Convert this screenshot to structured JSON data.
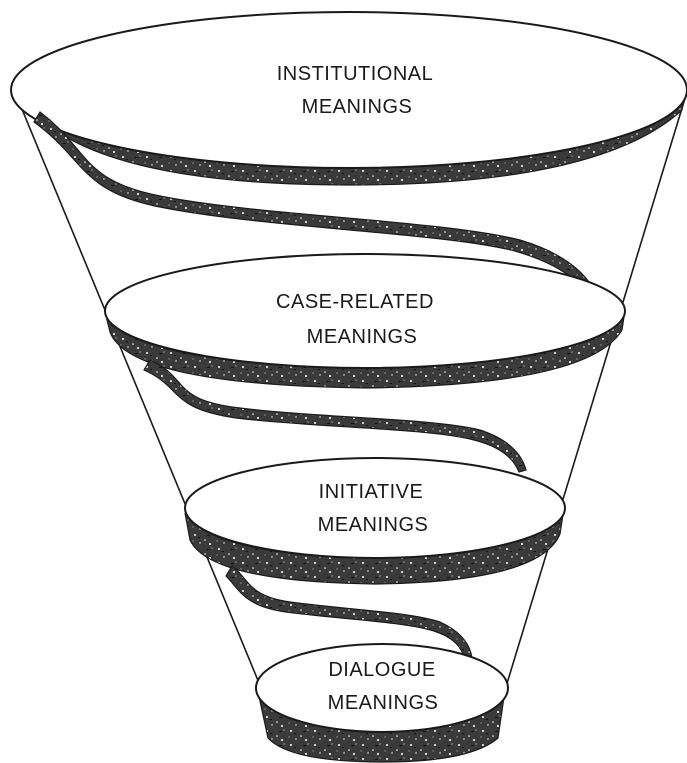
{
  "diagram": {
    "type": "nested-funnel",
    "levels": [
      {
        "line1": "INSTITUTIONAL",
        "line2": "MEANINGS"
      },
      {
        "line1": "CASE-RELATED",
        "line2": "MEANINGS"
      },
      {
        "line1": "INITIATIVE",
        "line2": "MEANINGS"
      },
      {
        "line1": "DIALOGUE",
        "line2": "MEANINGS"
      }
    ]
  },
  "colors": {
    "background": "#ffffff",
    "ink": "#1a1a1a",
    "band": "#3a3a3a",
    "speckle": "#ffffff"
  }
}
